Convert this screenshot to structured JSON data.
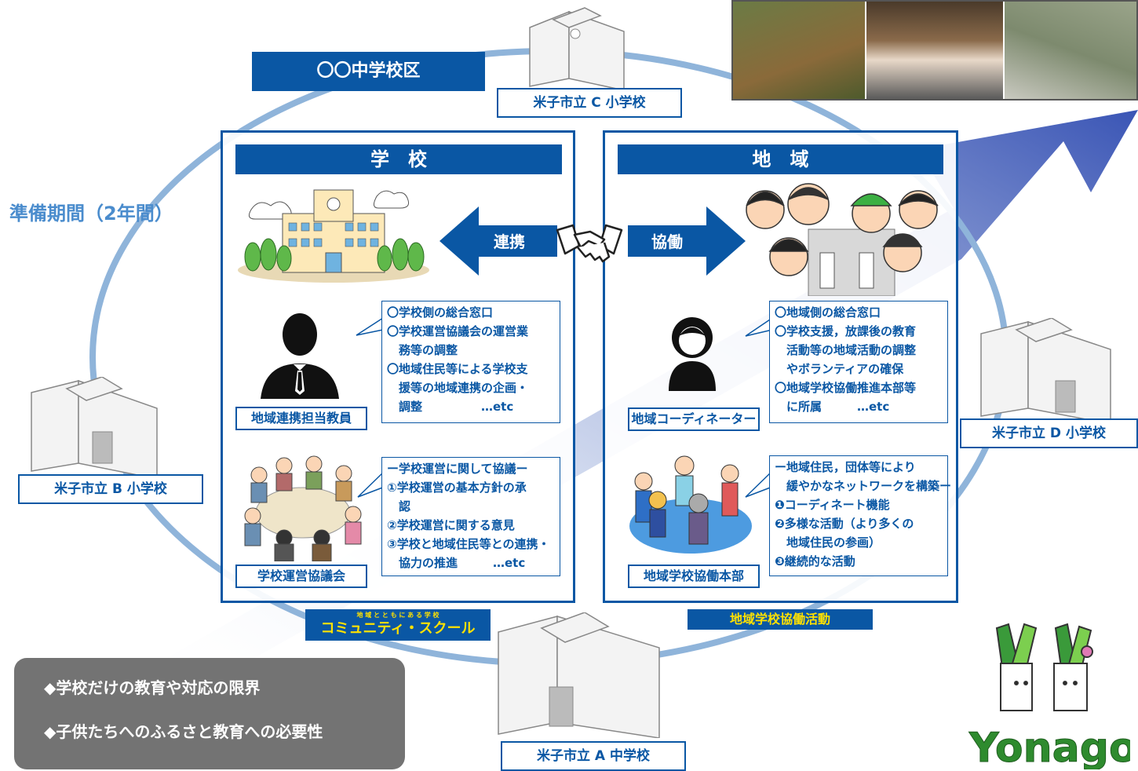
{
  "district": {
    "title": "〇〇中学校区"
  },
  "prep_period": "準備期間（2年間）",
  "schools": {
    "c": "米子市立 C 小学校",
    "b": "米子市立 B 小学校",
    "d": "米子市立 D 小学校",
    "a": "米子市立 A 中学校"
  },
  "school_panel": {
    "header": "学　校",
    "teacher_label": "地域連携担当教員",
    "teacher_notes": [
      "〇学校側の総合窓口",
      "〇学校運営協議会の運営業",
      "　務等の調整",
      "〇地域住民等による学校支",
      "　援等の地域連携の企画・",
      "　調整　　　　　…etc"
    ],
    "council_label": "学校運営協議会",
    "council_notes": [
      "ー学校運営に関して協議ー",
      "①学校運営の基本方針の承",
      "　認",
      "②学校運営に関する意見",
      "③学校と地域住民等との連携・",
      "　協力の推進　　　…etc"
    ]
  },
  "community_panel": {
    "header": "地　域",
    "coordinator_label": "地域コーディネーター",
    "coordinator_notes": [
      "〇地域側の総合窓口",
      "〇学校支援，放課後の教育",
      "　活動等の地域活動の調整",
      "　やボランティアの確保",
      "〇地域学校協働推進本部等",
      "　に所属　　　…etc"
    ],
    "hq_label": "地域学校協働本部",
    "hq_notes": [
      "ー地域住民，団体等により",
      "　緩やかなネットワークを構築ー",
      "❶コーディネート機能",
      "❷多様な活動（より多くの",
      "　地域住民の参画）",
      "❸継続的な活動"
    ]
  },
  "arrows": {
    "left": "連携",
    "right": "協働"
  },
  "community_school": {
    "ruby": "地 域 と と も に あ る 学 校",
    "main": "コミュニティ・スクール"
  },
  "collab_activity": "地域学校協働活動",
  "issues": [
    "◆学校だけの教育や対応の限界",
    "◆子供たちへのふるさと教育への必要性"
  ],
  "logo_text": "Yonago",
  "colors": {
    "primary": "#0a57a4",
    "ellipse": "#8fb4da",
    "accent_yellow": "#ffe100",
    "gray_box": "#737373"
  }
}
